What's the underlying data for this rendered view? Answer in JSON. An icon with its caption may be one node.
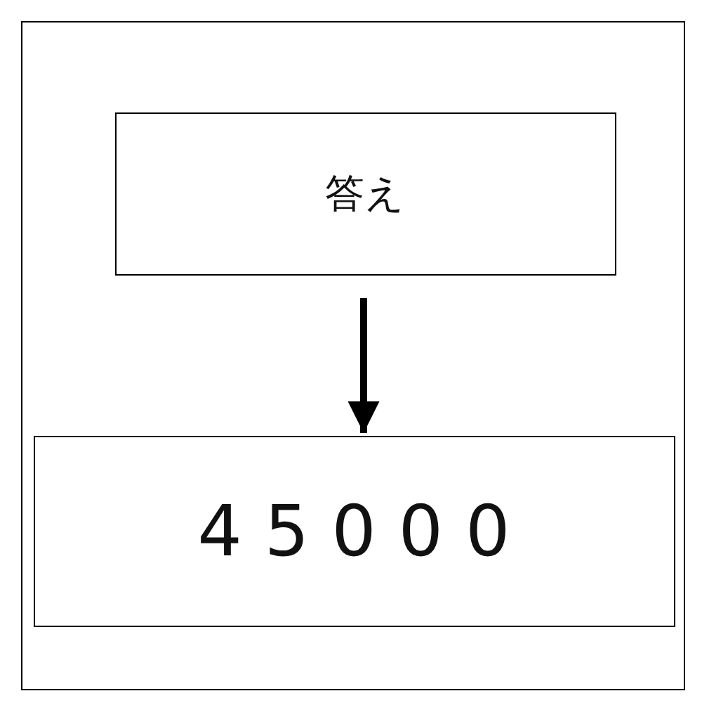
{
  "diagram": {
    "nodes": [
      {
        "text": [],
        "shape": "box"
      },
      {
        "text": [
          "答え"
        ],
        "in": 0
      },
      {
        "text": [
          "4 5 0 0 0"
        ],
        "in": 0
      }
    ],
    "edges": [
      {
        "from": 1,
        "to": 2,
        "arrow": "to"
      }
    ]
  }
}
